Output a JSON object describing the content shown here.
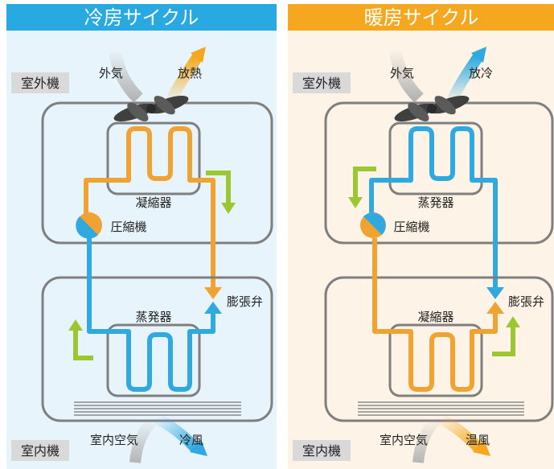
{
  "cooling": {
    "title": "冷房サイクル",
    "outdoor_unit": "室外機",
    "indoor_unit": "室内機",
    "outside_air": "外気",
    "exhaust": "放熱",
    "top_coil": "凝縮器",
    "bottom_coil": "蒸発器",
    "compressor": "圧縮機",
    "valve": "膨張弁",
    "room_air": "室内空気",
    "output_air": "冷風"
  },
  "heating": {
    "title": "暖房サイクル",
    "outdoor_unit": "室外機",
    "indoor_unit": "室内機",
    "outside_air": "外気",
    "exhaust": "放冷",
    "top_coil": "蒸発器",
    "bottom_coil": "凝縮器",
    "compressor": "圧縮機",
    "valve": "膨張弁",
    "room_air": "室内空気",
    "output_air": "温風"
  },
  "colors": {
    "cooling_header": "#29a9e1",
    "cooling_bg": "#e8f4fb",
    "heating_header": "#f5a81f",
    "heating_bg": "#fdf3e6",
    "hot_pipe": "#f0a332",
    "cold_pipe": "#2fa9e0",
    "flow_arrow": "#9bc832",
    "unit_outline": "#7f7f7f",
    "label_tag": "#d9d9d9"
  }
}
